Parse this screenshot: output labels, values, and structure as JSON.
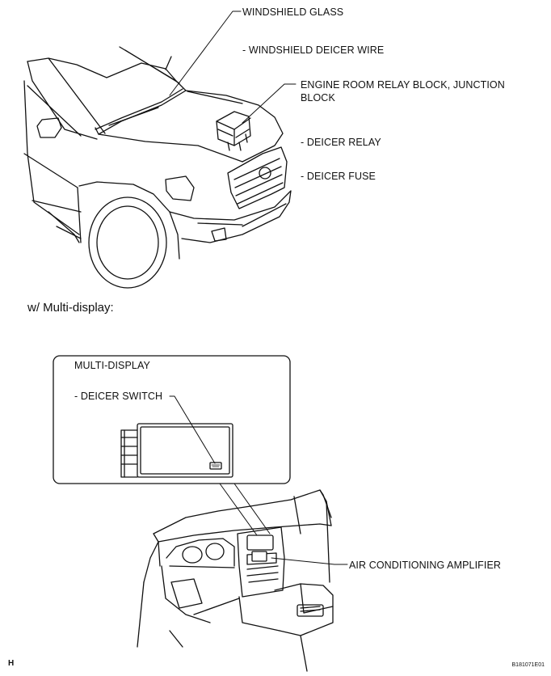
{
  "labels": {
    "windshield_glass": "WINDSHIELD GLASS",
    "windshield_deicer_wire": "- WINDSHIELD DEICER WIRE",
    "engine_room_relay_block": "ENGINE ROOM RELAY BLOCK, JUNCTION BLOCK",
    "deicer_relay": "- DEICER RELAY",
    "deicer_fuse": "- DEICER FUSE",
    "multi_display": "MULTI-DISPLAY",
    "deicer_switch": "- DEICER SWITCH",
    "air_conditioning_amplifier": "AIR CONDITIONING AMPLIFIER"
  },
  "caption": "w/ Multi-display:",
  "footer": {
    "left": "H",
    "right": "B181071E01"
  }
}
